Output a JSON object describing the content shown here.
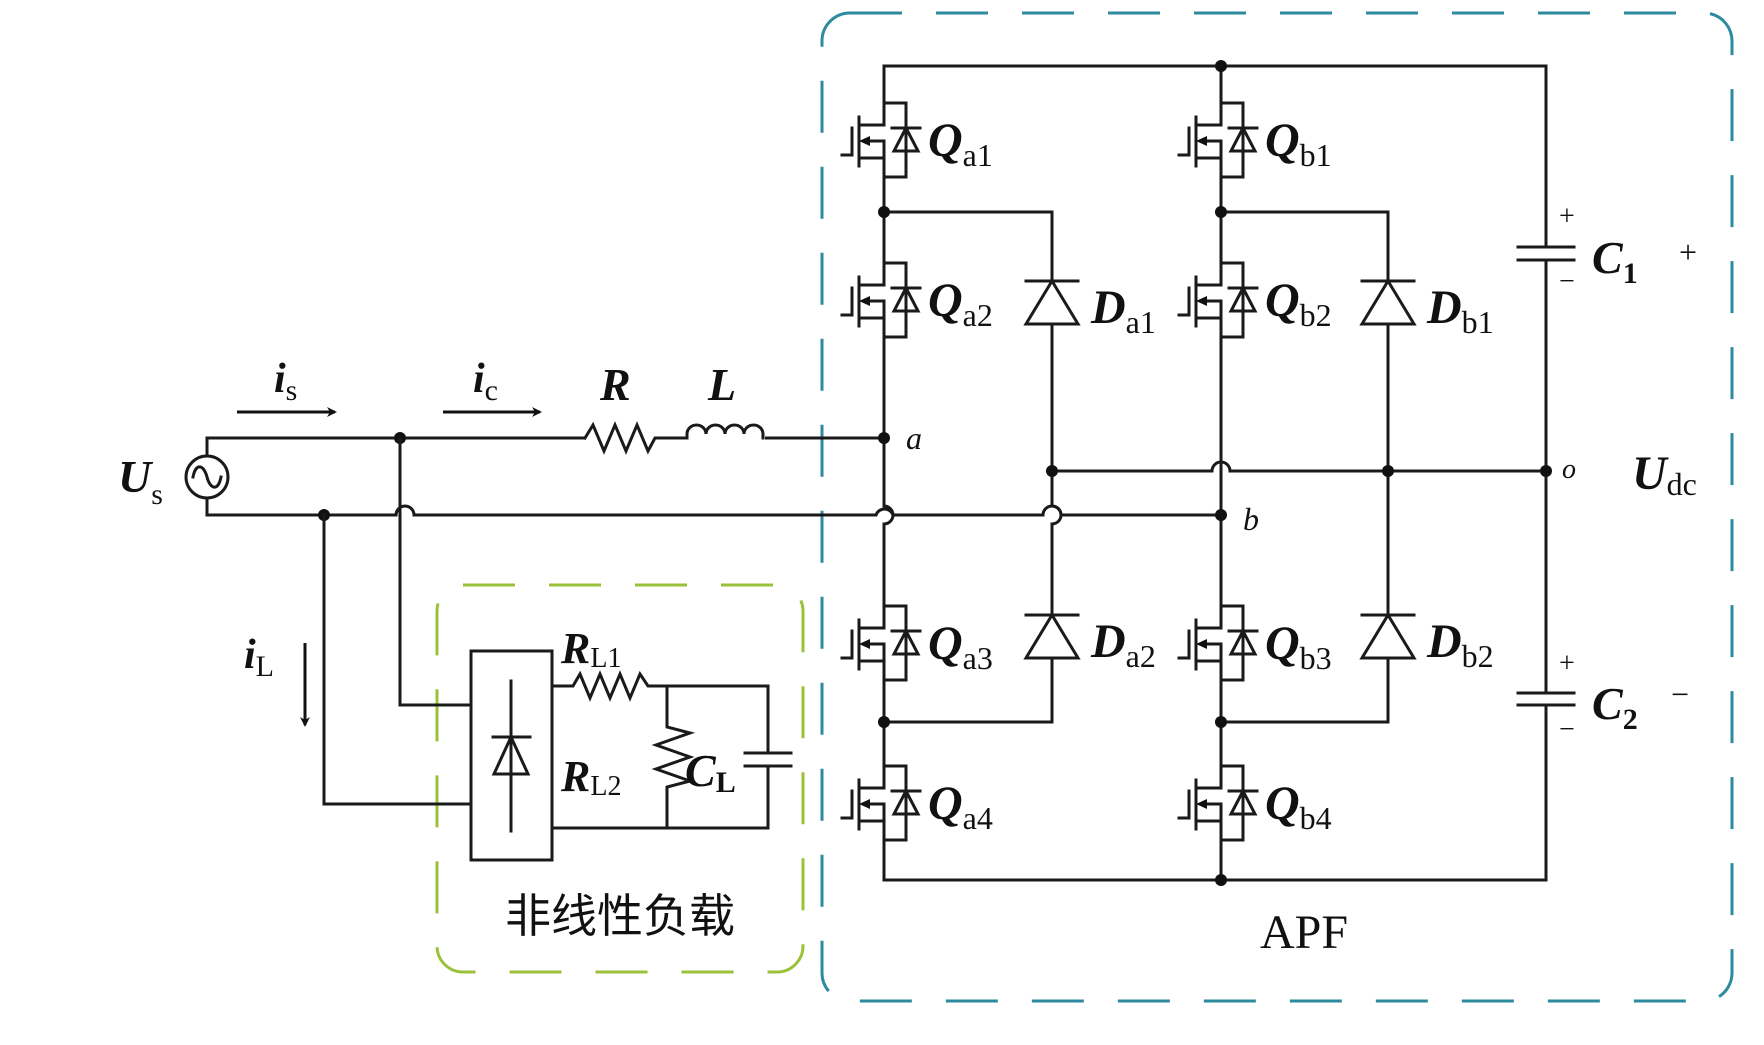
{
  "source": {
    "symbol": "U",
    "sub": "s"
  },
  "currents": {
    "is": {
      "symbol": "i",
      "sub": "s"
    },
    "ic": {
      "symbol": "i",
      "sub": "c"
    },
    "iL": {
      "symbol": "i",
      "sub": "L"
    }
  },
  "line_impedance": {
    "R": "R",
    "L": "L"
  },
  "nodes": {
    "a": "a",
    "b": "b",
    "o": "o"
  },
  "switches": [
    {
      "symbol": "Q",
      "sub": "a1"
    },
    {
      "symbol": "Q",
      "sub": "a2"
    },
    {
      "symbol": "Q",
      "sub": "a3"
    },
    {
      "symbol": "Q",
      "sub": "a4"
    },
    {
      "symbol": "Q",
      "sub": "b1"
    },
    {
      "symbol": "Q",
      "sub": "b2"
    },
    {
      "symbol": "Q",
      "sub": "b3"
    },
    {
      "symbol": "Q",
      "sub": "b4"
    }
  ],
  "clamp_diodes": [
    {
      "symbol": "D",
      "sub": "a1"
    },
    {
      "symbol": "D",
      "sub": "a2"
    },
    {
      "symbol": "D",
      "sub": "b1"
    },
    {
      "symbol": "D",
      "sub": "b2"
    }
  ],
  "capacitors": {
    "C1": {
      "symbol": "C",
      "sub": "1",
      "polarity_label": "+",
      "plus": "+",
      "minus": "−"
    },
    "C2": {
      "symbol": "C",
      "sub": "2",
      "polarity_label": "−",
      "plus": "+",
      "minus": "−"
    }
  },
  "dc_voltage": {
    "symbol": "U",
    "sub": "dc"
  },
  "load": {
    "title": "非线性负载",
    "RL1": {
      "symbol": "R",
      "sub": "L1"
    },
    "RL2": {
      "symbol": "R",
      "sub": "L2"
    },
    "CL": {
      "symbol": "C",
      "sub": "L"
    }
  },
  "apf": {
    "title": "APF"
  },
  "colors": {
    "apf_box": "#2e8a9e",
    "load_box": "#9bc03a",
    "wire": "#1a1a1a"
  }
}
